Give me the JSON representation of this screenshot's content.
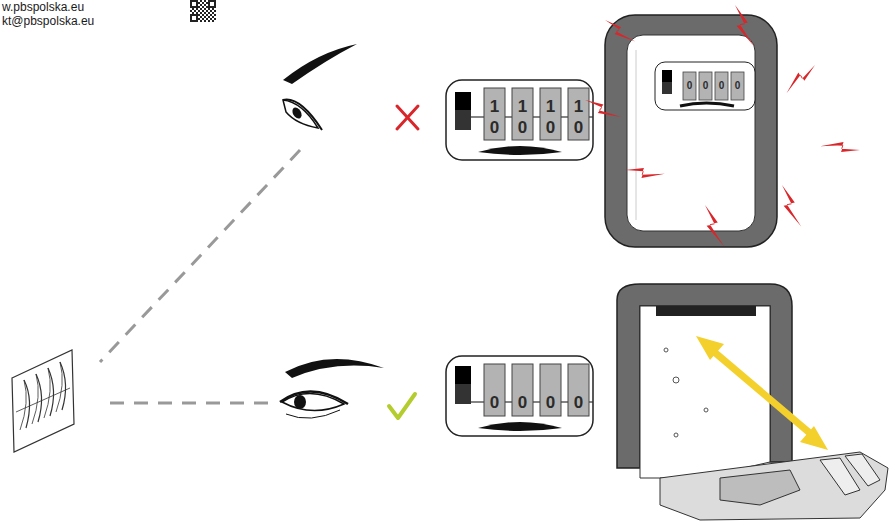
{
  "diagram": {
    "labels": [
      "w.pbspolska.eu",
      "kt@pbspolska.eu",
      "1",
      "0",
      "1",
      "0",
      "1",
      "0",
      "1",
      "0",
      "0",
      "0",
      "0",
      "0",
      "0",
      "0",
      "0",
      "0"
    ]
  }
}
